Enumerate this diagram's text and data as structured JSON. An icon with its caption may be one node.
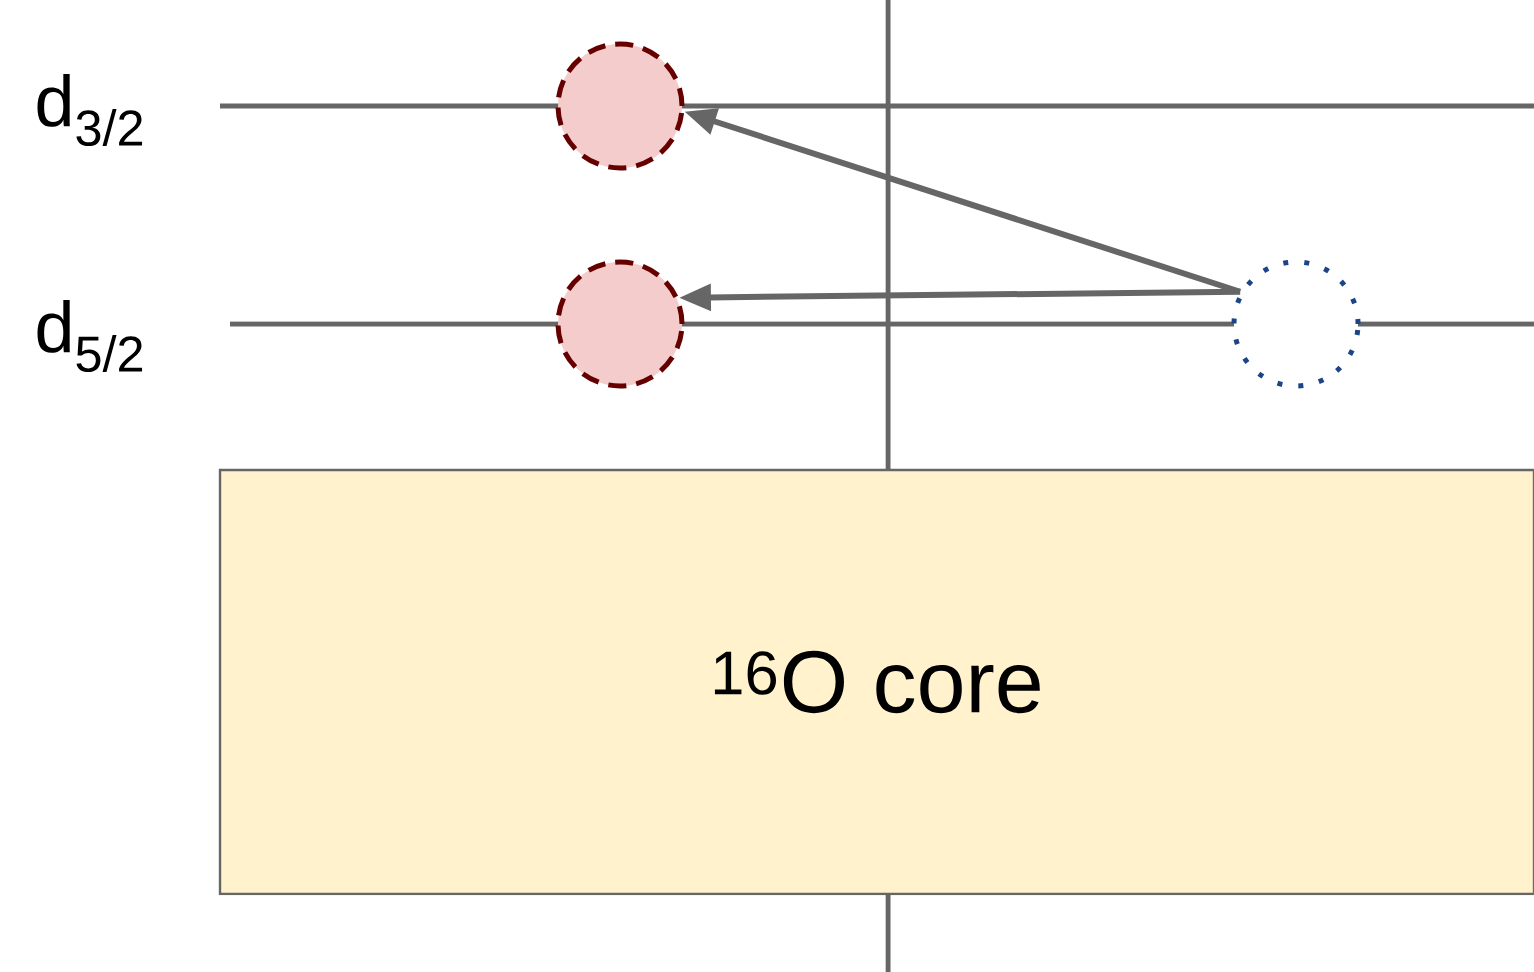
{
  "diagram": {
    "nodes": [
      {
        "text": [],
        "shape": "circle"
      },
      {
        "text": [],
        "shape": "circle"
      },
      {
        "text": [],
        "shape": "circle"
      },
      {
        "text": [
          "$^{16}$O core"
        ]
      }
    ],
    "edges": [
      {
        "from": 2,
        "to": 0,
        "arrow": "to"
      },
      {
        "from": 2,
        "to": 1,
        "arrow": "to"
      }
    ],
    "labels": [
      "d$_{3/2}$",
      "d$_{5/2}$"
    ]
  }
}
